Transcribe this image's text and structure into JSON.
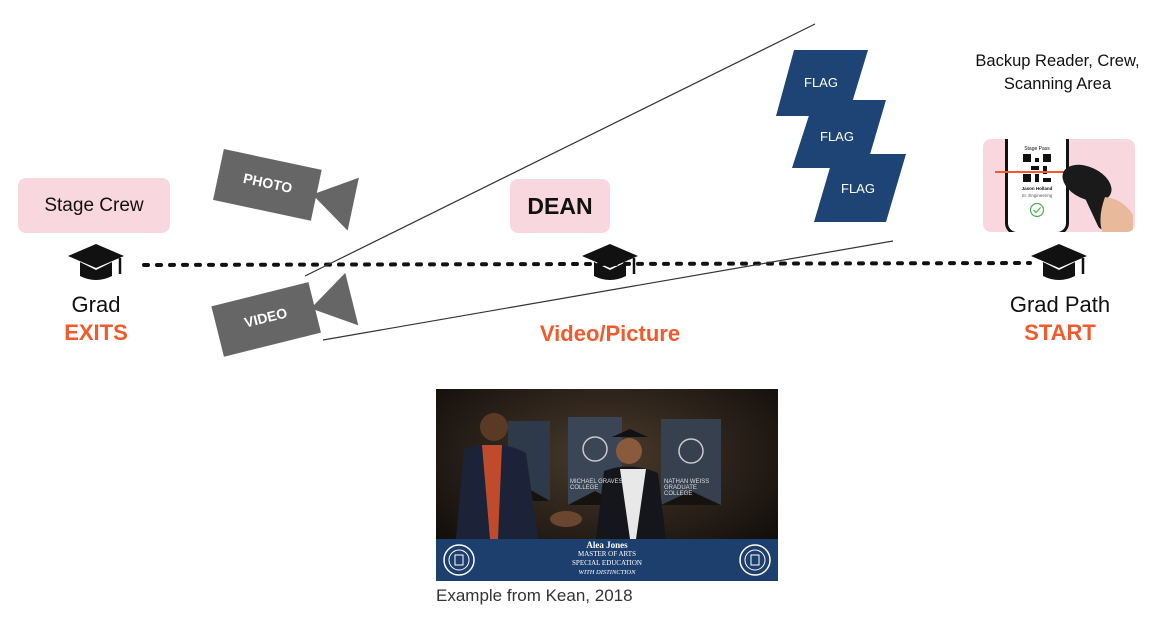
{
  "stage_crew": {
    "label": "Stage Crew"
  },
  "dean": {
    "label": "DEAN"
  },
  "left_station": {
    "title": "Grad",
    "status": "EXITS"
  },
  "right_station": {
    "title": "Grad Path",
    "status": "START"
  },
  "middle_caption": "Video/Picture",
  "cameras": {
    "photo_label": "PHOTO",
    "video_label": "VIDEO"
  },
  "flags": [
    "FLAG",
    "FLAG",
    "FLAG"
  ],
  "backup": {
    "line1": "Backup Reader, Crew,",
    "line2": "Scanning Area"
  },
  "phone": {
    "header": "Stage Pass",
    "name": "Jason Holland",
    "major": "Sr. Engineering"
  },
  "example_photo": {
    "caption": "Example from Kean, 2018",
    "lower_third": {
      "name": "Alea Jones",
      "degree": "MASTER OF ARTS",
      "field": "SPECIAL EDUCATION",
      "honor": "WITH DISTINCTION"
    },
    "banner_texts": [
      "MICHAEL GRAVES COLLEGE",
      "NATHAN WEISS GRADUATE COLLEGE"
    ]
  },
  "colors": {
    "accent_orange": "#f15a2b",
    "pink": "#f8d7df",
    "navy": "#1d4474",
    "camera_gray": "#666666"
  },
  "icons": [
    "graduation-cap-icon",
    "video-camera-icon",
    "qr-code-icon",
    "barcode-scanner-icon",
    "checkmark-icon",
    "university-seal-icon"
  ]
}
